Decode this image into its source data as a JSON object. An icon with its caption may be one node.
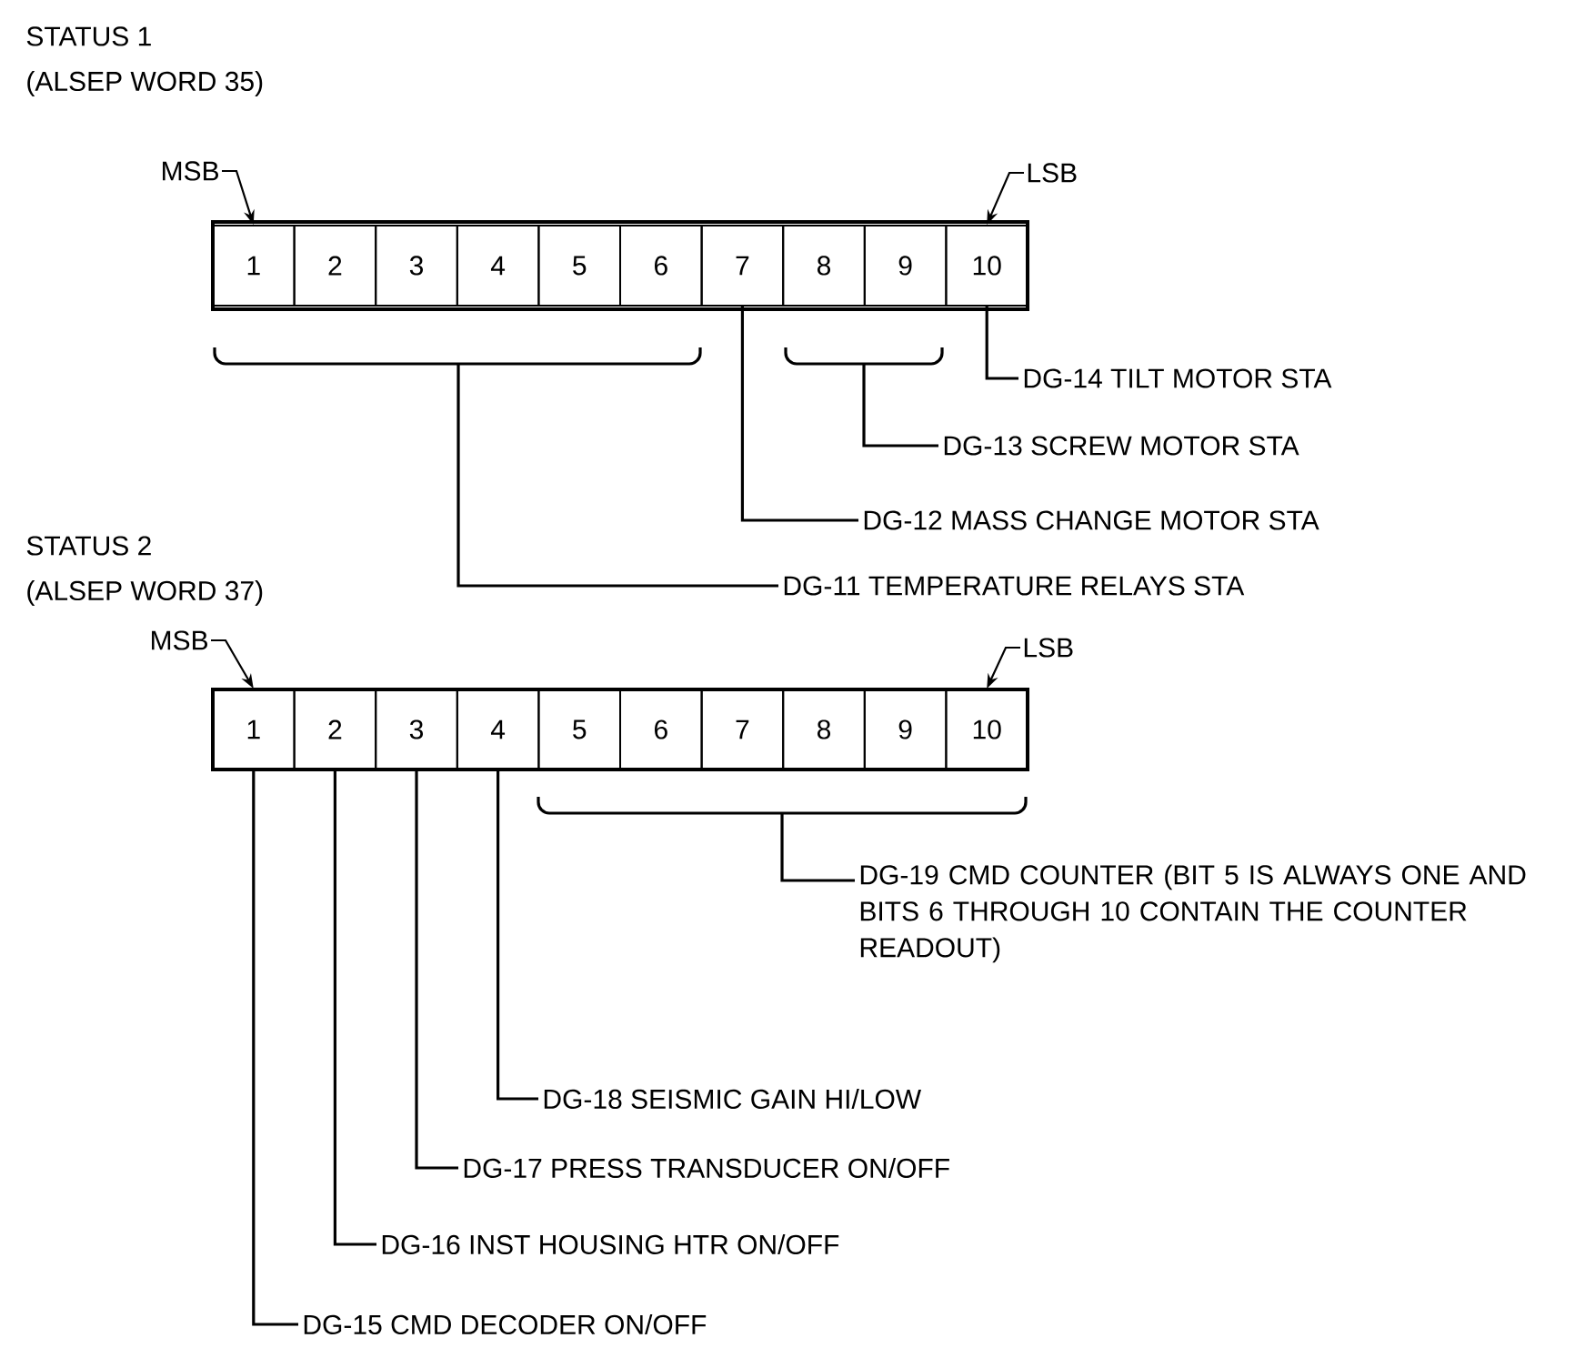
{
  "diagram": {
    "nodes": [
      {
        "text": [
          "MSB"
        ]
      },
      {
        "text": [
          "LSB"
        ]
      },
      {
        "text": [
          "1"
        ]
      },
      {
        "text": [
          "2"
        ]
      },
      {
        "text": [
          "3"
        ]
      },
      {
        "text": [
          "4"
        ]
      },
      {
        "text": [
          "5"
        ]
      },
      {
        "text": [
          "6"
        ]
      },
      {
        "text": [
          "7"
        ]
      },
      {
        "text": [
          "8"
        ]
      },
      {
        "text": [
          "9"
        ]
      },
      {
        "text": [
          "10"
        ]
      },
      {
        "text": [
          "DG-14 TILT MOTOR STA"
        ]
      },
      {
        "text": [
          "DG-13 SCREW MOTOR STA"
        ]
      },
      {
        "text": [
          "DG-12 MASS CHANGE MOTOR STA"
        ]
      },
      {
        "text": [
          "DG-11 TEMPERATURE RELAYS STA"
        ]
      },
      {
        "text": [
          "MSB"
        ]
      },
      {
        "text": [
          "LSB"
        ]
      },
      {
        "text": [
          "1"
        ]
      },
      {
        "text": [
          "2"
        ]
      },
      {
        "text": [
          "3"
        ]
      },
      {
        "text": [
          "4"
        ]
      },
      {
        "text": [
          "5"
        ]
      },
      {
        "text": [
          "6"
        ]
      },
      {
        "text": [
          "7"
        ]
      },
      {
        "text": [
          "8"
        ]
      },
      {
        "text": [
          "9"
        ]
      },
      {
        "text": [
          "10"
        ]
      },
      {
        "text": [
          "DG-19 CMD COUNTER (BIT 5 IS ALWAYS ONE AND BITS 6 THROUGH 10 CONTAIN THE COUNTER READOUT)"
        ]
      },
      {
        "text": [
          "DG-18 SEISMIC GAIN HI/LOW"
        ]
      },
      {
        "text": [
          "DG-17 PRESS TRANSDUCER ON/OFF"
        ]
      },
      {
        "text": [
          "DG-16 INST HOUSING HTR ON/OFF"
        ]
      },
      {
        "text": [
          "DG-15 CMD DECODER ON/OFF"
        ]
      }
    ],
    "edges": [
      {
        "from": 0,
        "to": 2,
        "arrow": "to"
      },
      {
        "from": 1,
        "to": 11,
        "arrow": "to"
      },
      {
        "from": 12,
        "to": 11,
        "arrow": "none"
      },
      {
        "from": 13,
        "to": null,
        "arrow": "none"
      },
      {
        "from": 14,
        "to": 8,
        "arrow": "none"
      },
      {
        "from": 15,
        "to": null,
        "arrow": "none"
      },
      {
        "from": 16,
        "to": 18,
        "arrow": "to"
      },
      {
        "from": 17,
        "to": 27,
        "arrow": "to"
      },
      {
        "from": 28,
        "to": null,
        "arrow": "none"
      },
      {
        "from": 29,
        "to": 21,
        "arrow": "none"
      },
      {
        "from": 30,
        "to": 20,
        "arrow": "none"
      },
      {
        "from": 31,
        "to": 19,
        "arrow": "none"
      },
      {
        "from": 32,
        "to": 18,
        "arrow": "none"
      }
    ],
    "labels": [
      "STATUS 1",
      "(ALSEP WORD 35)",
      "STATUS 2",
      "(ALSEP WORD 37)"
    ]
  }
}
